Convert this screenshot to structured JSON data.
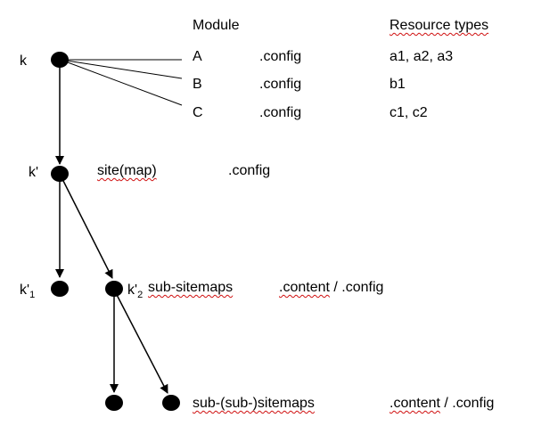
{
  "header": {
    "module_label": "Module",
    "resource_types_label": "Resource types"
  },
  "nodes": {
    "k": {
      "label": "k"
    },
    "k_prime": {
      "label": "k'"
    },
    "k_prime_1": {
      "label_base": "k'",
      "label_sub": "1"
    },
    "k_prime_2": {
      "label_base": "k'",
      "label_sub": "2"
    }
  },
  "modules": [
    {
      "name": "A",
      "file": ".config",
      "resource_types": "a1, a2, a3"
    },
    {
      "name": "B",
      "file": ".config",
      "resource_types": "b1"
    },
    {
      "name": "C",
      "file": ".config",
      "resource_types": "c1, c2"
    }
  ],
  "site": {
    "label_part1": "site",
    "label_part2": "(map)",
    "file": ".config"
  },
  "sub_sitemaps": {
    "label": "sub-sitemaps",
    "file_part1": ".content",
    "file_part2": " / .config"
  },
  "sub_sub_sitemaps": {
    "label": "sub-(sub-)sitemaps",
    "file_part1": ".content",
    "file_part2": " / .config"
  },
  "colors": {
    "ink": "#000000",
    "spellcheck_underline": "#d01010"
  }
}
